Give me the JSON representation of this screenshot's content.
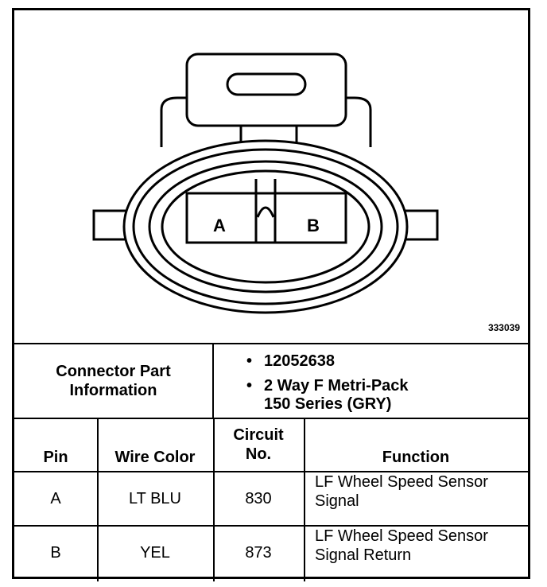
{
  "connector": {
    "pins": [
      "A",
      "B"
    ],
    "figure_number": "333039"
  },
  "info": {
    "label_line1": "Connector Part",
    "label_line2": "Information",
    "bullet": "•",
    "items": [
      "12052638",
      "2 Way F Metri-Pack",
      "150 Series (GRY)"
    ]
  },
  "table": {
    "headers": {
      "pin": "Pin",
      "wire_color": "Wire Color",
      "circuit_line1": "Circuit",
      "circuit_line2": "No.",
      "function": "Function"
    },
    "rows": [
      {
        "pin": "A",
        "wire_color": "LT BLU",
        "circuit": "830",
        "function_line1": "LF Wheel Speed Sensor",
        "function_line2": "Signal"
      },
      {
        "pin": "B",
        "wire_color": "YEL",
        "circuit": "873",
        "function_line1": "LF Wheel Speed Sensor",
        "function_line2": "Signal Return"
      }
    ]
  }
}
